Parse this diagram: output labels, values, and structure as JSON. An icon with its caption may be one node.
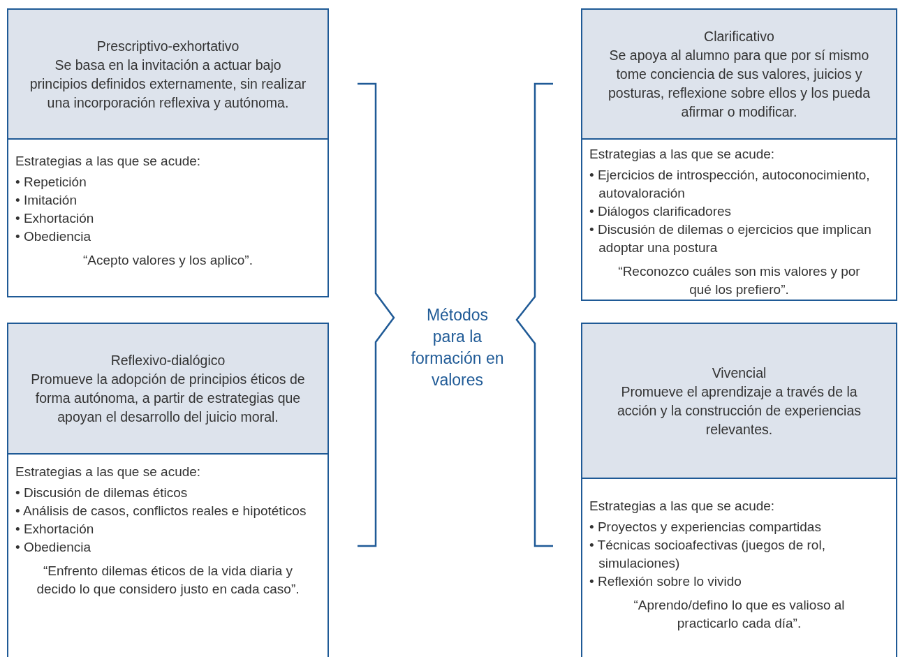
{
  "diagram": {
    "nodes": [
      {
        "text": [],
        "shape": "box"
      },
      {
        "text": [
          "Prescriptivo-exhortativo",
          "Se basa en la invitación a actuar bajo principios definidos externamente, sin realizar una incorporación reflexiva y autónoma."
        ],
        "in": 0
      },
      {
        "text": [
          "Estrategias a las que se acude:",
          "• Repetición",
          "• Imitación",
          "• Exhortación",
          "• Obediencia",
          "“Acepto valores y los aplico”."
        ],
        "in": 0
      },
      {
        "text": [],
        "shape": "box"
      },
      {
        "text": [
          "Clarificativo",
          "Se apoya al alumno para que por sí mismo tome conciencia de sus valores, juicios y posturas, reflexione sobre ellos y los pueda afirmar o modificar."
        ],
        "in": 3
      },
      {
        "text": [
          "Estrategias a las que se acude:",
          "• Ejercicios de introspección, autoconocimiento, autovaloración",
          "• Diálogos clarificadores",
          "• Discusión de dilemas o ejercicios que implican adoptar una postura",
          "“Reconozco cuáles son mis valores y por qué los prefiero”."
        ],
        "in": 3
      },
      {
        "text": [],
        "shape": "box"
      },
      {
        "text": [
          "Reflexivo-dialógico",
          "Promueve la adopción de principios éticos de forma autónoma, a partir de estrategias que apoyan el desarrollo del juicio moral."
        ],
        "in": 6
      },
      {
        "text": [
          "Estrategias a las que se acude:",
          "• Discusión de dilemas éticos",
          "• Análisis de casos, conflictos reales e hipotéticos",
          "• Exhortación",
          "• Obediencia",
          "“Enfrento dilemas éticos de la vida diaria y decido lo que considero justo en cada caso”."
        ],
        "in": 6
      },
      {
        "text": [],
        "shape": "box"
      },
      {
        "text": [
          "Vivencial",
          "Promueve el aprendizaje a través de la acción y la construcción de experiencias relevantes."
        ],
        "in": 9
      },
      {
        "text": [
          "Estrategias a las que se acude:",
          "• Proyectos y experiencias compartidas",
          "• Técnicas socioafectivas (juegos de rol, simulaciones)",
          "• Reflexión sobre lo vivido",
          "“Aprendo/defino lo que es valioso al practicarlo cada día”."
        ],
        "in": 9
      }
    ],
    "edges": [],
    "labels": [
      "Métodos para la formación en valores"
    ]
  }
}
